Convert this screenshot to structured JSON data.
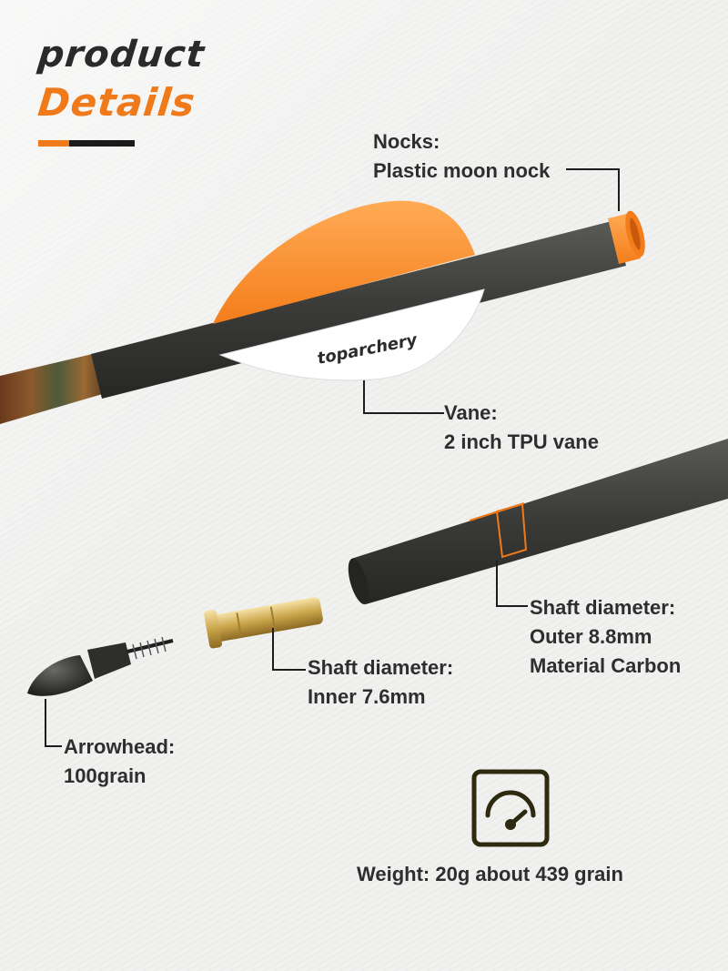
{
  "header": {
    "title_line1": "product",
    "title_line2": "Details"
  },
  "brand": {
    "vane_logo": "toparchery"
  },
  "callouts": {
    "nocks": {
      "title": "Nocks:",
      "value": "Plastic moon nock"
    },
    "vane": {
      "title": "Vane:",
      "value": "2 inch TPU vane"
    },
    "shaft_outer": {
      "title": "Shaft diameter:",
      "value1": "Outer 8.8mm",
      "value2": "Material Carbon"
    },
    "shaft_inner": {
      "title": "Shaft diameter:",
      "value": "Inner 7.6mm"
    },
    "arrowhead": {
      "title": "Arrowhead:",
      "value": "100grain"
    },
    "weight": {
      "text": "Weight: 20g about 439 grain"
    }
  },
  "icons": {
    "weight": "gauge-icon"
  },
  "colors": {
    "accent": "#f07a1a",
    "dark": "#2a2a2a",
    "carbon": "#3f3f3d",
    "brass": "#c9a44a",
    "gauge_border": "#2d2a10"
  }
}
